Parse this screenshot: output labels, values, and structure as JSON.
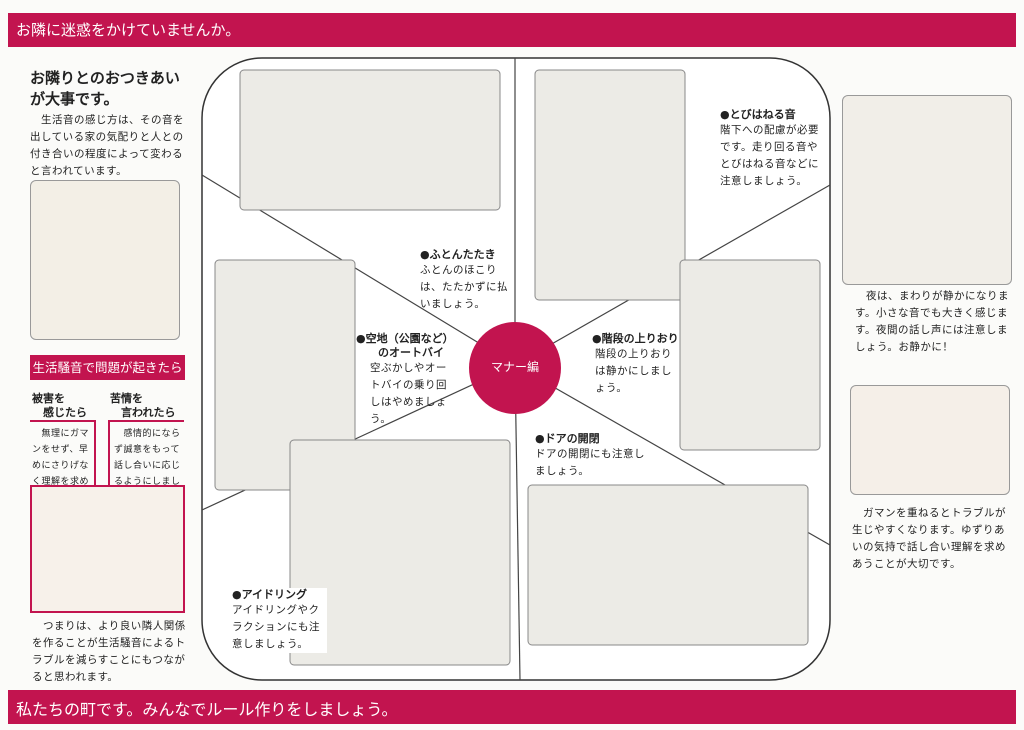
{
  "top_banner": "お隣に迷惑をかけていませんか。",
  "bottom_banner": "私たちの町です。みんなでルール作りをしましょう。",
  "left": {
    "heading_line1": "お隣りとのおつきあい",
    "heading_line2": "が大事です。",
    "intro": "　生活音の感じ方は、その音を出している家の気配りと人との付き合いの程度によって変わると言われています。",
    "problem_header": "生活騒音で問題が起きたら",
    "victim_title": "被害を\n　感じたら",
    "victim_text": "　無理にガマンをせず、早めにさりげなく理解を求めましょう。",
    "complaint_title": "苦情を\n　言われたら",
    "complaint_text": "　感情的にならず誠意をもって話し合いに応じるようにしましょう。",
    "conclusion": "　つまりは、より良い隣人関係を作ることが生活騒音によるトラブルを減らすことにもつながると思われます。"
  },
  "center": {
    "label": "マナー編",
    "accent": "#c2144f",
    "sections": [
      {
        "title": "●ふとんたたき",
        "text": "ふとんのほこりは、たたかずに払いましょう。"
      },
      {
        "title": "●とびはねる音",
        "text": "階下への配慮が必要です。走り回る音やとびはねる音などに注意しましょう。"
      },
      {
        "title": "●空地（公園など）\n　　のオートバイ",
        "text": "空ぶかしやオートバイの乗り回しはやめましょう。"
      },
      {
        "title": "●階段の上りおり",
        "text": "階段の上りおりは静かにしましょう。"
      },
      {
        "title": "●ドアの開閉",
        "text": "ドアの開閉にも注意しましょう。"
      },
      {
        "title": "●アイドリング",
        "text": "アイドリングやクラクションにも注意しましょう。"
      }
    ]
  },
  "right": {
    "night_text": "　夜は、まわりが静かになります。小さな音でも大きく感じます。夜間の話し声には注意しましょう。お静かに！",
    "patience_text": "　ガマンを重ねるとトラブルが生じやすくなります。ゆずりあいの気持で話し合い理解を求めあうことが大切です。"
  }
}
